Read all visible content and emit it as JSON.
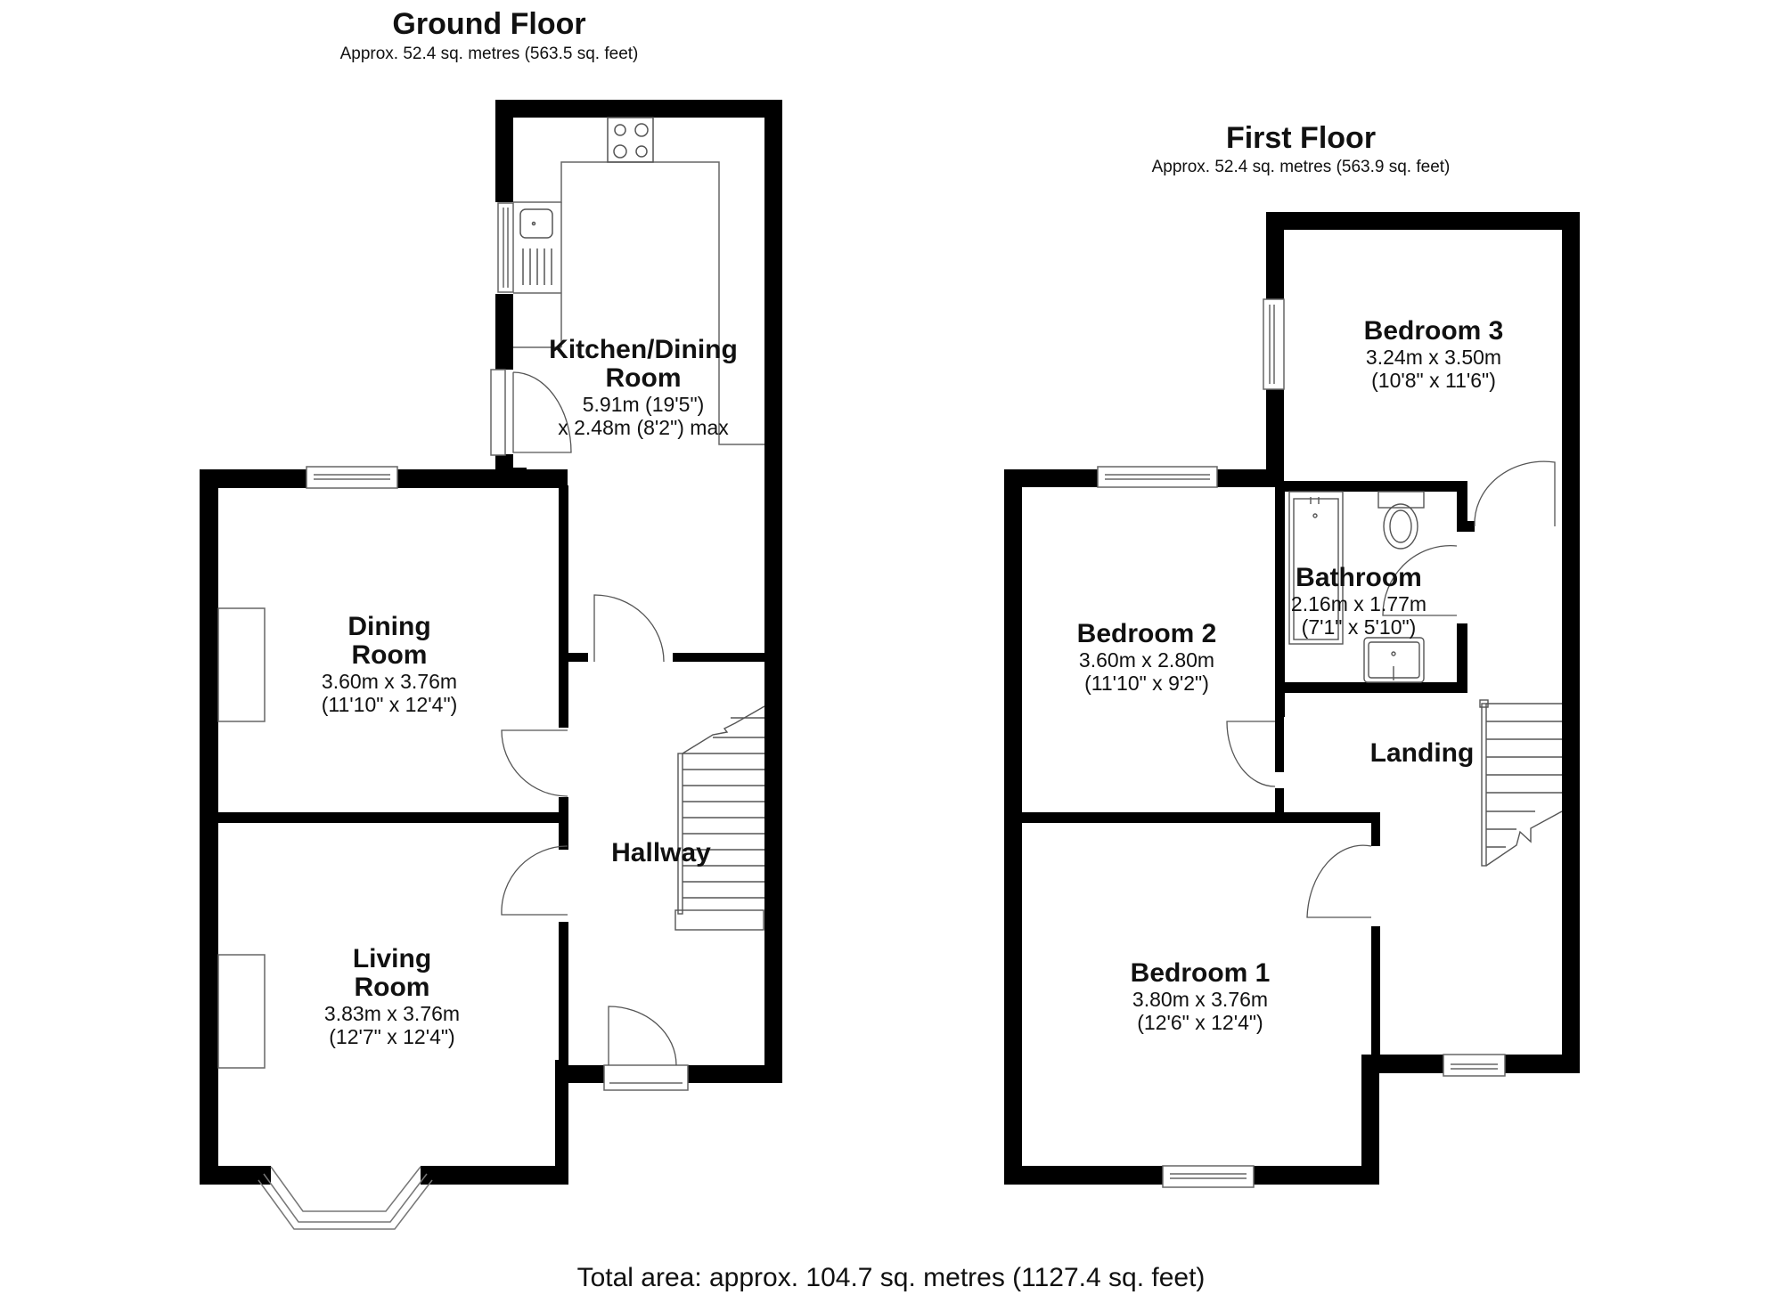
{
  "colors": {
    "wall": "#000000",
    "fixture": "#555555",
    "background": "#ffffff"
  },
  "ground_floor": {
    "title": "Ground Floor",
    "area": "Approx. 52.4 sq. metres (563.5 sq. feet)",
    "rooms": [
      {
        "id": "kitchen",
        "name_lines": [
          "Kitchen/Dining",
          "Room"
        ],
        "dims": [
          "5.91m (19'5\")",
          "x 2.48m (8'2\") max"
        ]
      },
      {
        "id": "dining",
        "name_lines": [
          "Dining",
          "Room"
        ],
        "dims": [
          "3.60m x 3.76m",
          "(11'10\" x 12'4\")"
        ]
      },
      {
        "id": "living",
        "name_lines": [
          "Living",
          "Room"
        ],
        "dims": [
          "3.83m x 3.76m",
          "(12'7\" x 12'4\")"
        ]
      },
      {
        "id": "hallway",
        "name_lines": [
          "Hallway"
        ],
        "dims": []
      }
    ]
  },
  "first_floor": {
    "title": "First Floor",
    "area": "Approx. 52.4 sq. metres (563.9 sq. feet)",
    "rooms": [
      {
        "id": "bedroom3",
        "name_lines": [
          "Bedroom 3"
        ],
        "dims": [
          "3.24m x 3.50m",
          "(10'8\" x 11'6\")"
        ]
      },
      {
        "id": "bathroom",
        "name_lines": [
          "Bathroom"
        ],
        "dims": [
          "2.16m x 1.77m",
          "(7'1\" x 5'10\")"
        ]
      },
      {
        "id": "bedroom2",
        "name_lines": [
          "Bedroom 2"
        ],
        "dims": [
          "3.60m x 2.80m",
          "(11'10\" x 9'2\")"
        ]
      },
      {
        "id": "landing",
        "name_lines": [
          "Landing"
        ],
        "dims": []
      },
      {
        "id": "bedroom1",
        "name_lines": [
          "Bedroom 1"
        ],
        "dims": [
          "3.80m x 3.76m",
          "(12'6\" x 12'4\")"
        ]
      }
    ]
  },
  "total_area": "Total area: approx. 104.7 sq. metres (1127.4 sq. feet)",
  "icons": [
    "hob-icon",
    "sink-icon",
    "bath-icon",
    "toilet-icon",
    "basin-icon",
    "staircase-icon",
    "door-swing-icon",
    "window-icon",
    "bay-window-icon",
    "fireplace-icon"
  ]
}
